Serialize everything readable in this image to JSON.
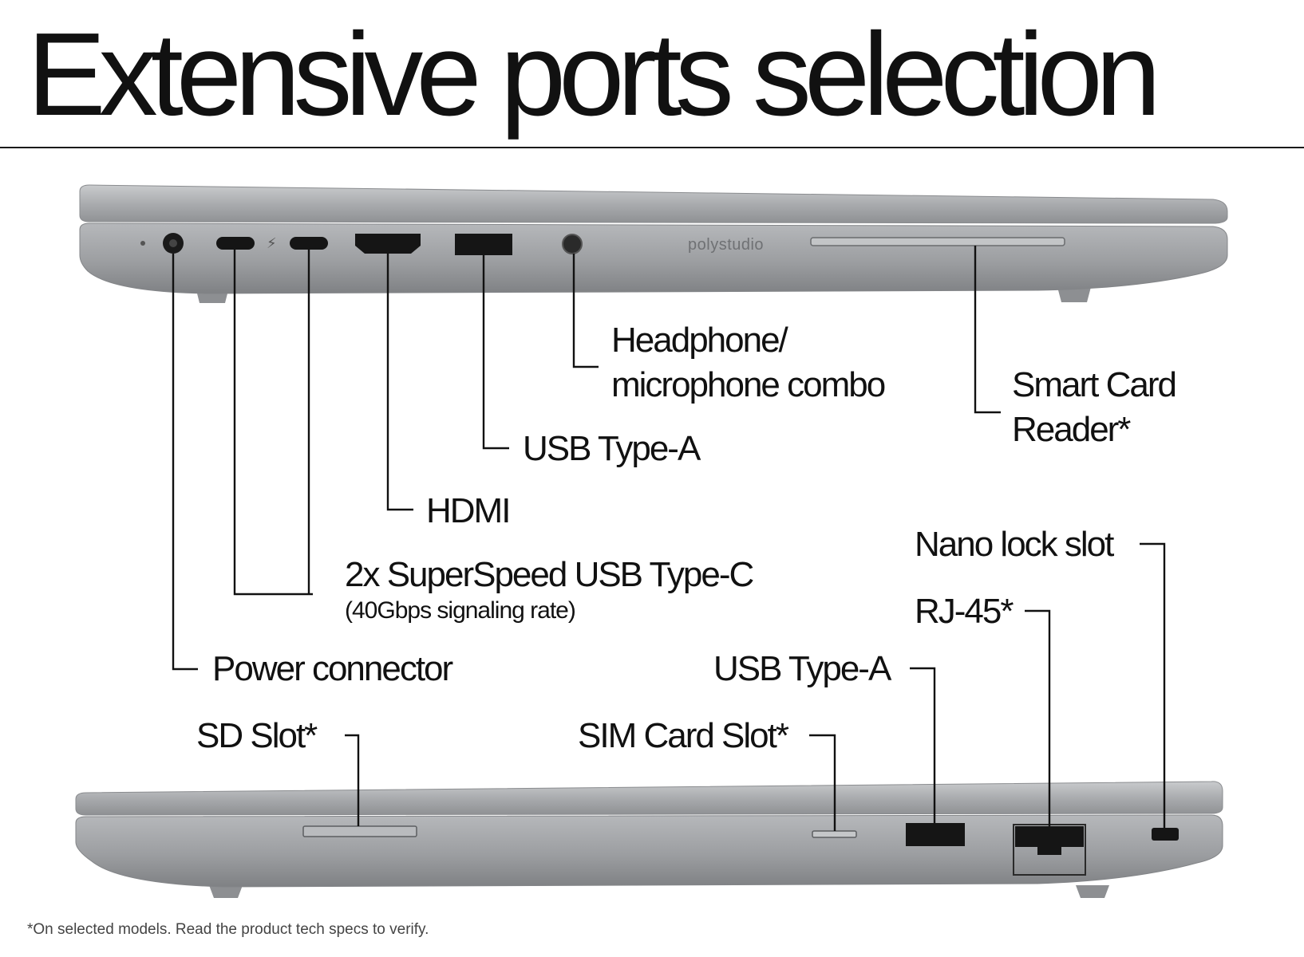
{
  "title": "Extensive ports selection",
  "brand_mark": "polystudio",
  "footnote": "*On selected models. Read the product tech specs to verify.",
  "left_side_ports": {
    "power": "Power connector",
    "usbc_line1": "2x SuperSpeed USB Type-C",
    "usbc_line2": "(40Gbps signaling rate)",
    "hdmi": "HDMI",
    "usba": "USB Type-A",
    "audio_line1": "Headphone/",
    "audio_line2": "microphone combo",
    "smartcard_line1": "Smart Card",
    "smartcard_line2": "Reader*"
  },
  "right_side_ports": {
    "sd": "SD Slot*",
    "sim": "SIM Card Slot*",
    "usba": "USB Type-A",
    "rj45": "RJ-45*",
    "nanolock": "Nano lock slot"
  },
  "colors": {
    "chassis_top": "#b4b6b9",
    "chassis_mid": "#9a9c9f",
    "chassis_dark": "#7d7f82",
    "port_black": "#151515",
    "leader_line": "#111111"
  }
}
